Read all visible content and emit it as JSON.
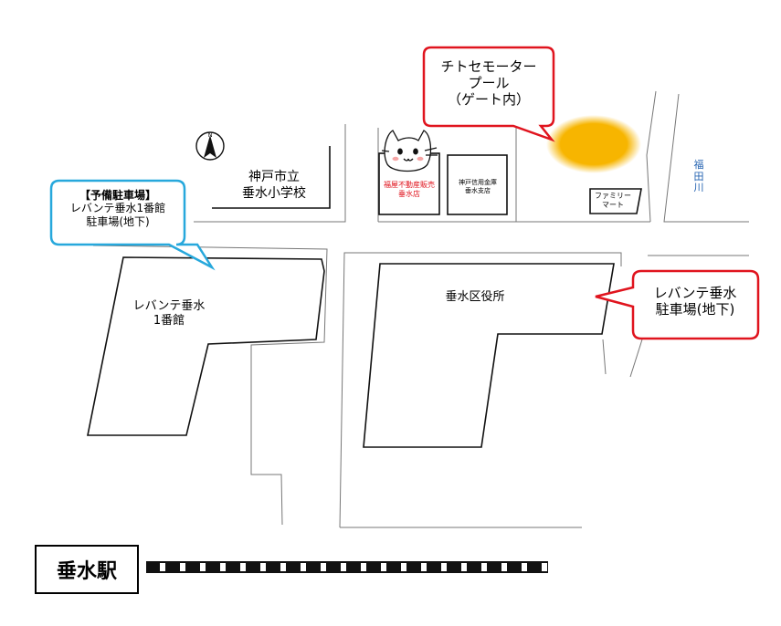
{
  "colors": {
    "callout_red": "#e0141e",
    "callout_blue": "#27a8dc",
    "pool_marker": "#f7b500",
    "river_label": "#2060b0",
    "store_label": "#e0141e"
  },
  "icons": [
    "north-arrow-icon",
    "cat-mascot-icon",
    "pool-marker-icon",
    "railway-track-icon"
  ],
  "north": {
    "label": "N"
  },
  "landmarks": {
    "school": {
      "line1": "神戸市立",
      "line2": "垂水小学校"
    },
    "fukuya": {
      "line1": "福屋不動産販売",
      "line2": "垂水店"
    },
    "shinkin": {
      "line1": "神戸信用金庫",
      "line2": "垂水支店"
    },
    "familymart": {
      "line1": "ファミリー",
      "line2": "マート"
    },
    "river": {
      "line1": "福",
      "line2": "田",
      "line3": "川"
    },
    "levante1": {
      "line1": "レバンテ垂水",
      "line2": "1番館"
    },
    "ward_office": {
      "label": "垂水区役所"
    },
    "station": {
      "label": "垂水駅"
    }
  },
  "callouts": {
    "pool": {
      "line1": "チトセモーター",
      "line2": "プール",
      "line3": "（ゲート内）"
    },
    "spare": {
      "line1": "【予備駐車場】",
      "line2": "レバンテ垂水1番館",
      "line3": "駐車場(地下)"
    },
    "levante_parking": {
      "line1": "レバンテ垂水",
      "line2": "駐車場(地下)"
    }
  }
}
